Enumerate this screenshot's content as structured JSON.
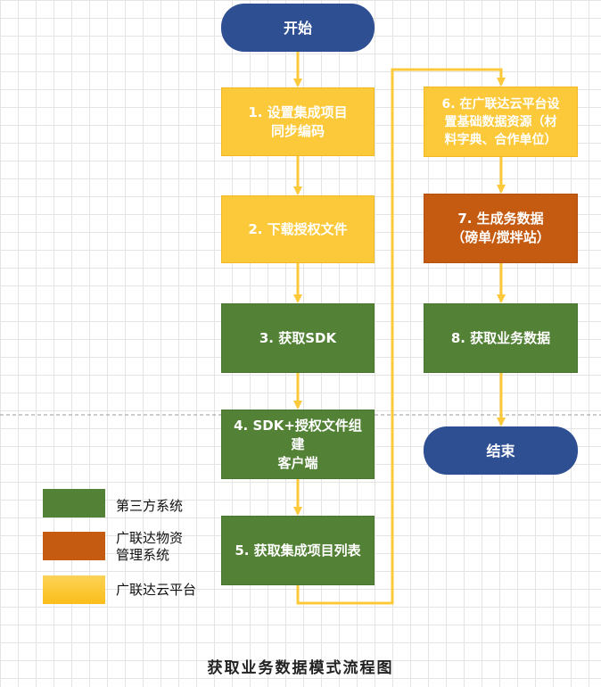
{
  "nodes": {
    "start": "开始",
    "step1": "1. 设置集成项目\n同步编码",
    "step2": "2. 下载授权文件",
    "step3": "3. 获取SDK",
    "step4": "4. SDK+授权文件组建\n客户端",
    "step5": "5. 获取集成项目列表",
    "step6": "6. 在广联达云平台设\n置基础数据资源（材\n料字典、合作单位）",
    "step7": "7. 生成务数据\n（磅单/搅拌站）",
    "step8": "8. 获取业务数据",
    "end": "结束"
  },
  "legend": [
    {
      "label": "第三方系统",
      "color": "#538136"
    },
    {
      "label": "广联达物资\n管理系统",
      "color": "#c55a11"
    },
    {
      "label": "广联达云平台",
      "color": "#fcc93a"
    }
  ],
  "colors": {
    "connector": "#fcc93a",
    "terminator": "#2f4f93",
    "third_party": "#538136",
    "material_system": "#c55a11",
    "cloud_platform": "#fcc93a"
  },
  "caption": "获取业务数据模式流程图"
}
